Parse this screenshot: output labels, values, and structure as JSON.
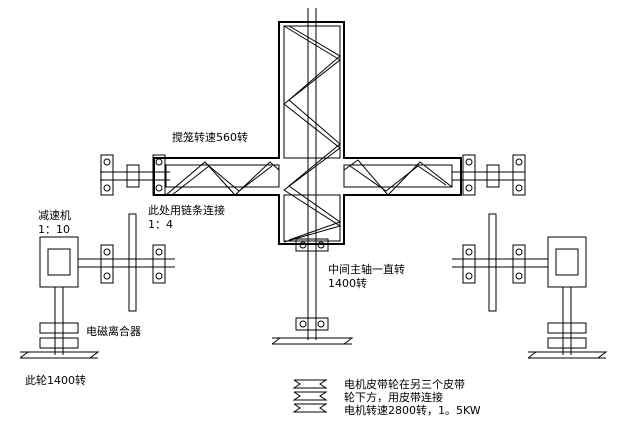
{
  "labels": {
    "cage_speed": "搅笼转速560转",
    "chain_note": "此处用链条连接",
    "chain_ratio": "1：4",
    "reducer": "减速机",
    "reducer_ratio": "1：10",
    "clutch": "电磁离合器",
    "wheel_speed": "此轮1400转",
    "main_shaft_line1": "中间主轴一直转",
    "main_shaft_line2": "1400转",
    "motor_line1": "电机皮带轮在另三个皮带",
    "motor_line2": "轮下方，用皮带连接",
    "motor_line3": "电机转速2800转，1。5KW"
  }
}
